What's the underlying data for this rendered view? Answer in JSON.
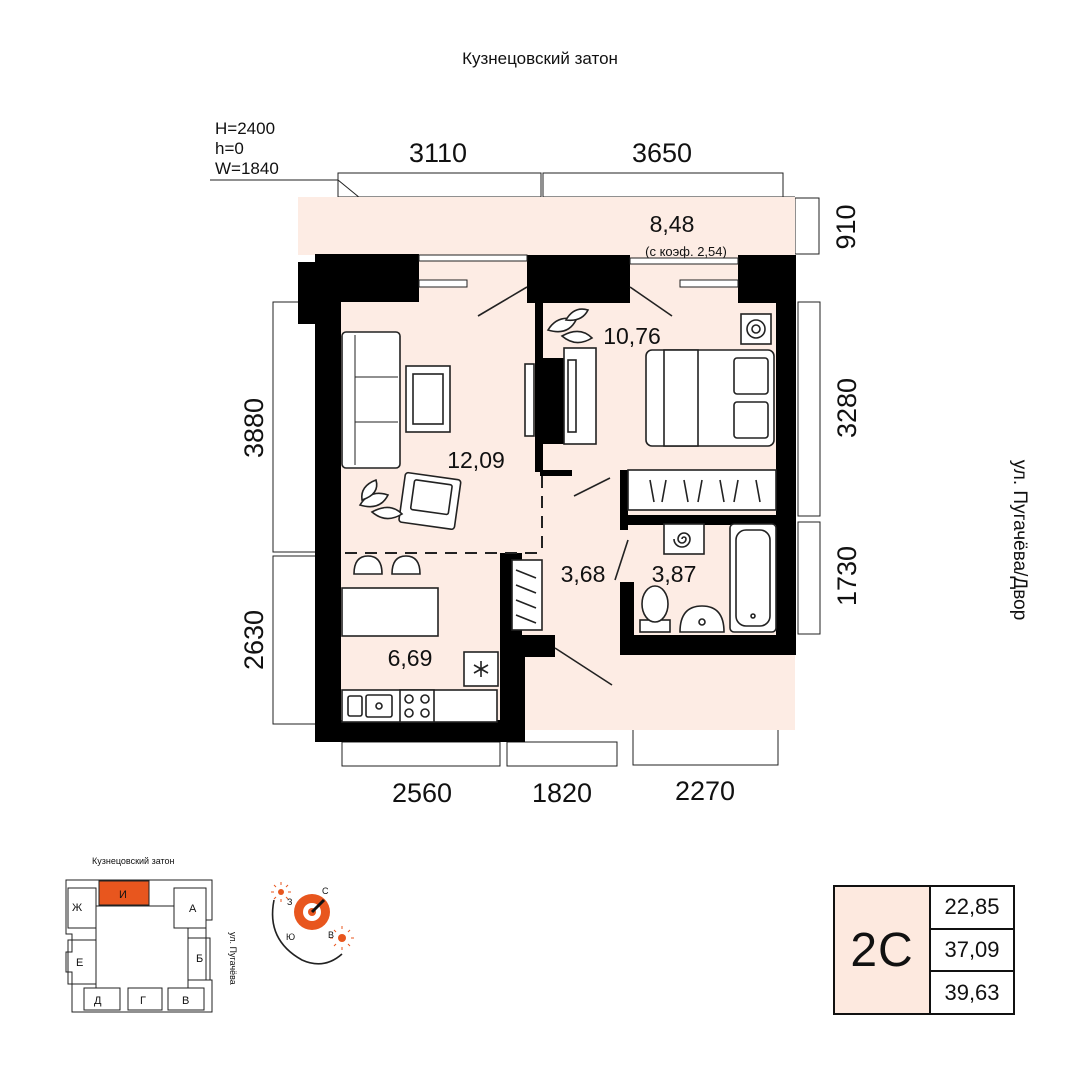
{
  "header": {
    "street_top": "Кузнецовский затон",
    "street_right": "ул. Пугачёва/Двор"
  },
  "window_spec": {
    "h_line1": "H=2400",
    "h_line2": "h=0",
    "h_line3": "W=1840"
  },
  "dimensions": {
    "top_left": "3110",
    "top_right": "3650",
    "right_balcony": "910",
    "right_bedroom": "3280",
    "right_bath": "1730",
    "left_living": "3880",
    "left_kitchen": "2630",
    "bottom_kitchen": "2560",
    "bottom_hall": "1820",
    "bottom_bath": "2270"
  },
  "rooms": {
    "balcony_area": "8,48",
    "balcony_coef": "(с коэф. 2,54)",
    "bedroom": "10,76",
    "living": "12,09",
    "hall": "3,68",
    "bath": "3,87",
    "kitchen": "6,69"
  },
  "keyplan": {
    "title": "Кузнецовский затон",
    "street": "ул. Пугачёва",
    "sections": [
      "И",
      "Ж",
      "А",
      "Е",
      "Б",
      "Д",
      "Г",
      "В"
    ],
    "highlight_color": "#e8561e"
  },
  "compass": {
    "n": "С",
    "s": "Ю",
    "w": "З",
    "e": "В",
    "color": "#e8561e"
  },
  "summary": {
    "type": "2С",
    "living_area": "22,85",
    "total_area": "37,09",
    "total_with_balcony": "39,63"
  }
}
